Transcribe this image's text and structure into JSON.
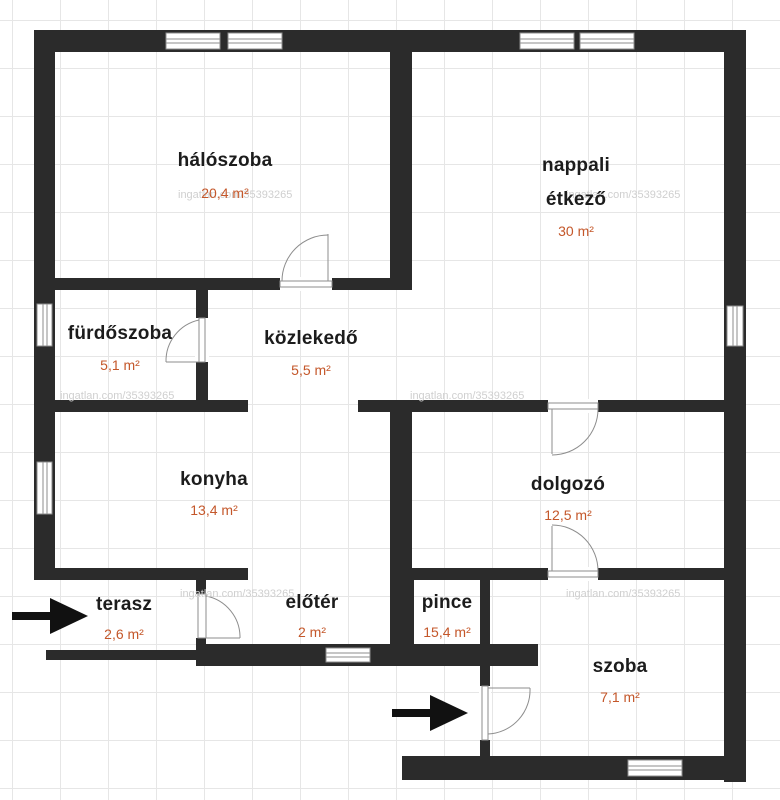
{
  "rooms": [
    {
      "name": "hálószoba",
      "area": "20,4 m²"
    },
    {
      "name": "nappali",
      "name2": "étkező",
      "area": "30 m²"
    },
    {
      "name": "fürdőszoba",
      "area": "5,1 m²"
    },
    {
      "name": "közlekedő",
      "area": "5,5 m²"
    },
    {
      "name": "konyha",
      "area": "13,4 m²"
    },
    {
      "name": "dolgozó",
      "area": "12,5 m²"
    },
    {
      "name": "terasz",
      "area": "2,6 m²"
    },
    {
      "name": "előtér",
      "area": "2 m²"
    },
    {
      "name": "pince",
      "area": "15,4 m²"
    },
    {
      "name": "szoba",
      "area": "7,1 m²"
    }
  ],
  "watermark": "ingatlan.com/35393265",
  "colors": {
    "wall": "#2b2b2b",
    "area_text": "#c4572a",
    "grid": "#e6e6e6",
    "window": "#ffffff"
  },
  "icons": [
    "entrance-arrow-icon",
    "entrance-arrow-icon",
    "door-swing-icon",
    "window-icon"
  ]
}
